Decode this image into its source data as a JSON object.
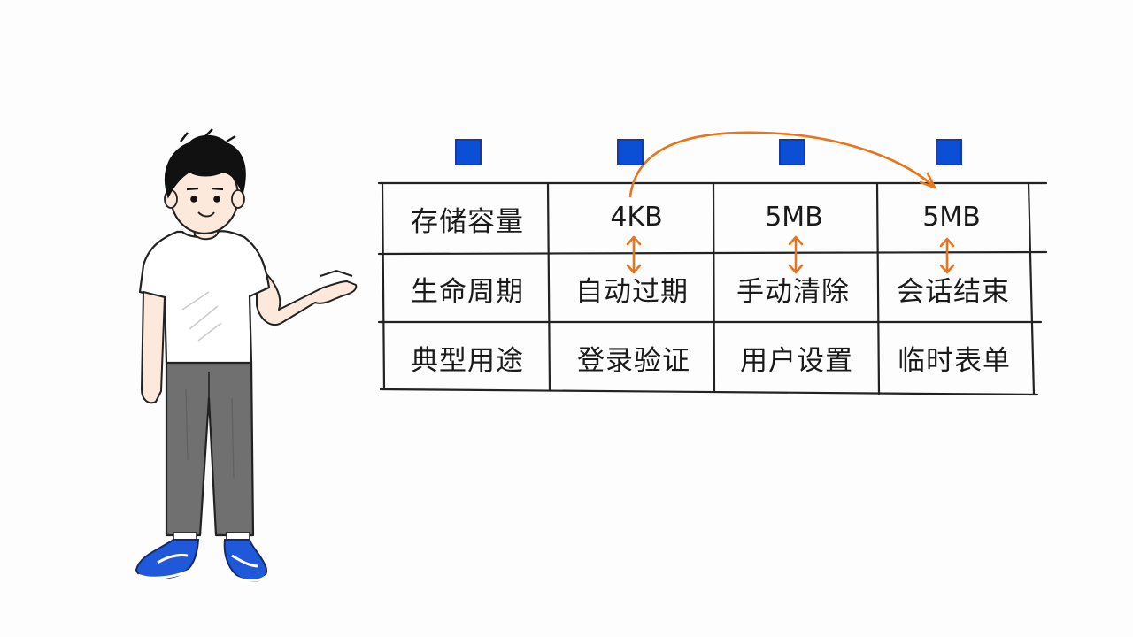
{
  "colors": {
    "marker": "#0a4fd6",
    "arrow": "#e8741c",
    "ink": "#1a1a1a",
    "shoe": "#1f58d8",
    "pants": "#6e6e6e"
  },
  "table": {
    "rows": [
      {
        "label": "存储容量",
        "cells": [
          "4KB",
          "5MB",
          "5MB"
        ]
      },
      {
        "label": "生命周期",
        "cells": [
          "自动过期",
          "手动清除",
          "会话结束"
        ]
      },
      {
        "label": "典型用途",
        "cells": [
          "登录验证",
          "用户设置",
          "临时表单"
        ]
      }
    ],
    "column_markers": 4
  },
  "character": {
    "icon": "pointing-boy-illustration"
  }
}
